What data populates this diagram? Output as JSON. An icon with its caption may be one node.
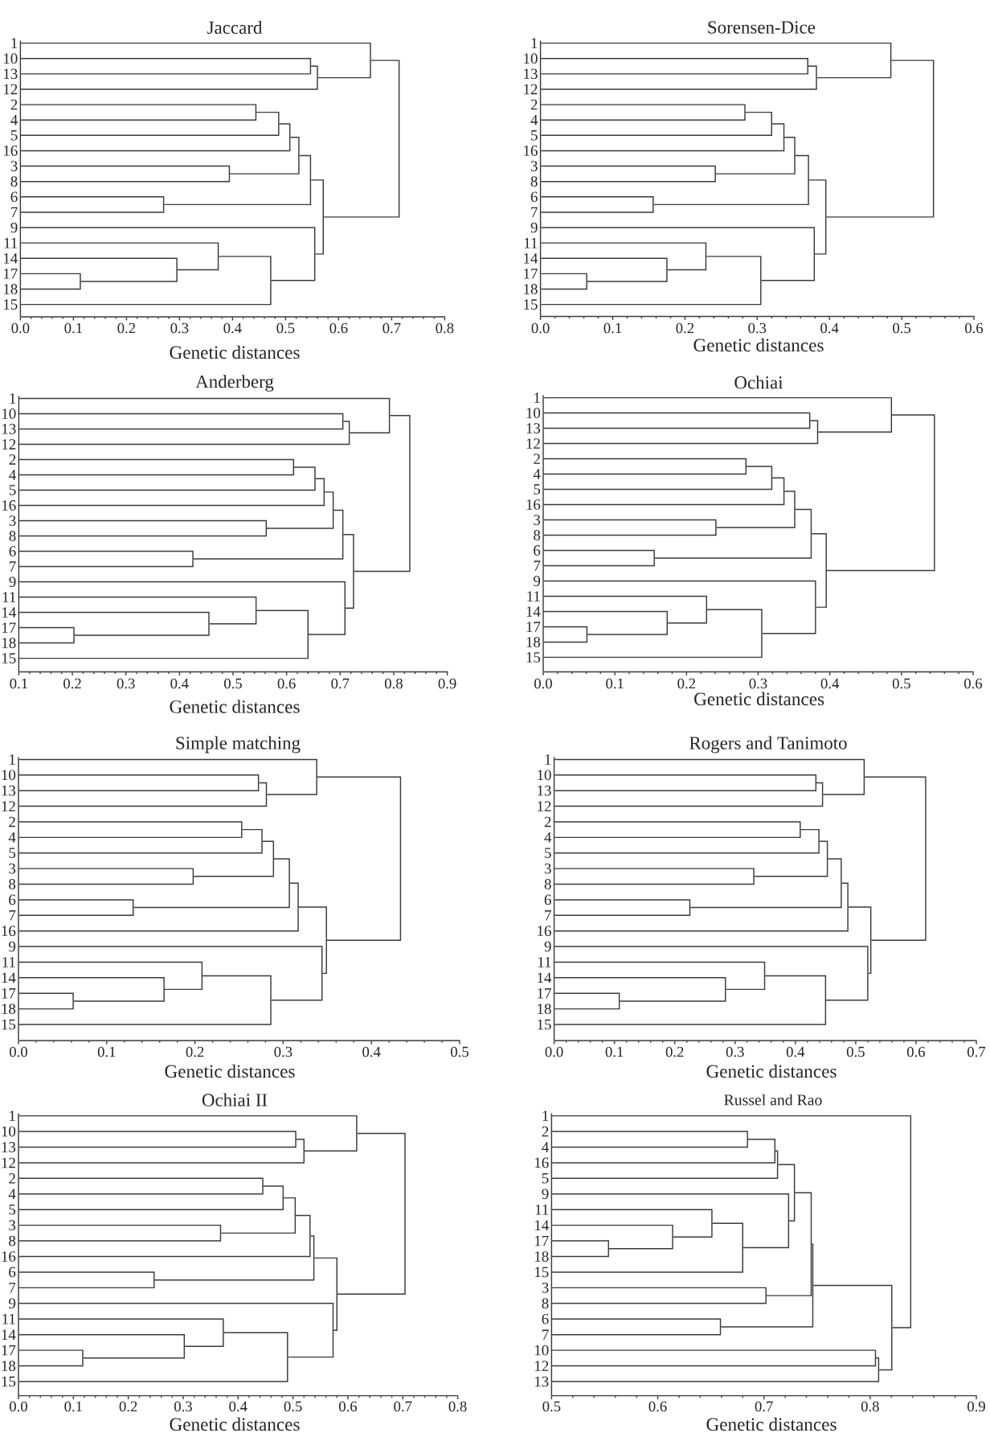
{
  "diagram": {
    "labels": [
      "Jaccard",
      "1",
      "10",
      "13",
      "12",
      "2",
      "4",
      "5",
      "16",
      "3",
      "8",
      "6",
      "7",
      "9",
      "11",
      "14",
      "17",
      "18",
      "15",
      "0.0",
      "0.1",
      "0.2",
      "0.3",
      "0.4",
      "0.5",
      "0.6",
      "0.7",
      "0.8",
      "Genetic distances",
      "Sorensen-Dice",
      "1",
      "10",
      "13",
      "12",
      "2",
      "4",
      "5",
      "16",
      "3",
      "8",
      "6",
      "7",
      "9",
      "11",
      "14",
      "17",
      "18",
      "15",
      "0.0",
      "0.1",
      "0.2",
      "0.3",
      "0.4",
      "0.5",
      "0.6",
      "Genetic distances",
      "Anderberg",
      "1",
      "10",
      "13",
      "12",
      "2",
      "4",
      "5",
      "16",
      "3",
      "8",
      "6",
      "7",
      "9",
      "11",
      "14",
      "17",
      "18",
      "15",
      "0.1",
      "0.2",
      "0.3",
      "0.4",
      "0.5",
      "0.6",
      "0.7",
      "0.8",
      "0.9",
      "Genetic distances",
      "Ochiai",
      "1",
      "10",
      "13",
      "12",
      "2",
      "4",
      "5",
      "16",
      "3",
      "8",
      "6",
      "7",
      "9",
      "11",
      "14",
      "17",
      "18",
      "15",
      "0.0",
      "0.1",
      "0.2",
      "0.3",
      "0.4",
      "0.5",
      "0.6",
      "Genetic distances",
      "Simple matching",
      "1",
      "10",
      "13",
      "12",
      "2",
      "4",
      "5",
      "3",
      "8",
      "6",
      "7",
      "16",
      "9",
      "11",
      "14",
      "17",
      "18",
      "15",
      "0.0",
      "0.1",
      "0.2",
      "0.3",
      "0.4",
      "0.5",
      "Genetic distances",
      "Rogers and Tanimoto",
      "1",
      "10",
      "13",
      "12",
      "2",
      "4",
      "5",
      "3",
      "8",
      "6",
      "7",
      "16",
      "9",
      "11",
      "14",
      "17",
      "18",
      "15",
      "0.0",
      "0.1",
      "0.2",
      "0.3",
      "0.4",
      "0.5",
      "0.6",
      "0.7",
      "Genetic distances",
      "Ochiai II",
      "1",
      "10",
      "13",
      "12",
      "2",
      "4",
      "5",
      "3",
      "8",
      "16",
      "6",
      "7",
      "9",
      "11",
      "14",
      "17",
      "18",
      "15",
      "0.0",
      "0.1",
      "0.2",
      "0.3",
      "0.4",
      "0.5",
      "0.6",
      "0.7",
      "0.8",
      "Genetic distances",
      "Russel and Rao",
      "1",
      "2",
      "4",
      "16",
      "5",
      "9",
      "11",
      "14",
      "17",
      "18",
      "15",
      "3",
      "8",
      "6",
      "7",
      "10",
      "12",
      "13",
      "0.5",
      "0.6",
      "0.7",
      "0.8",
      "0.9",
      "Genetic distances"
    ]
  }
}
